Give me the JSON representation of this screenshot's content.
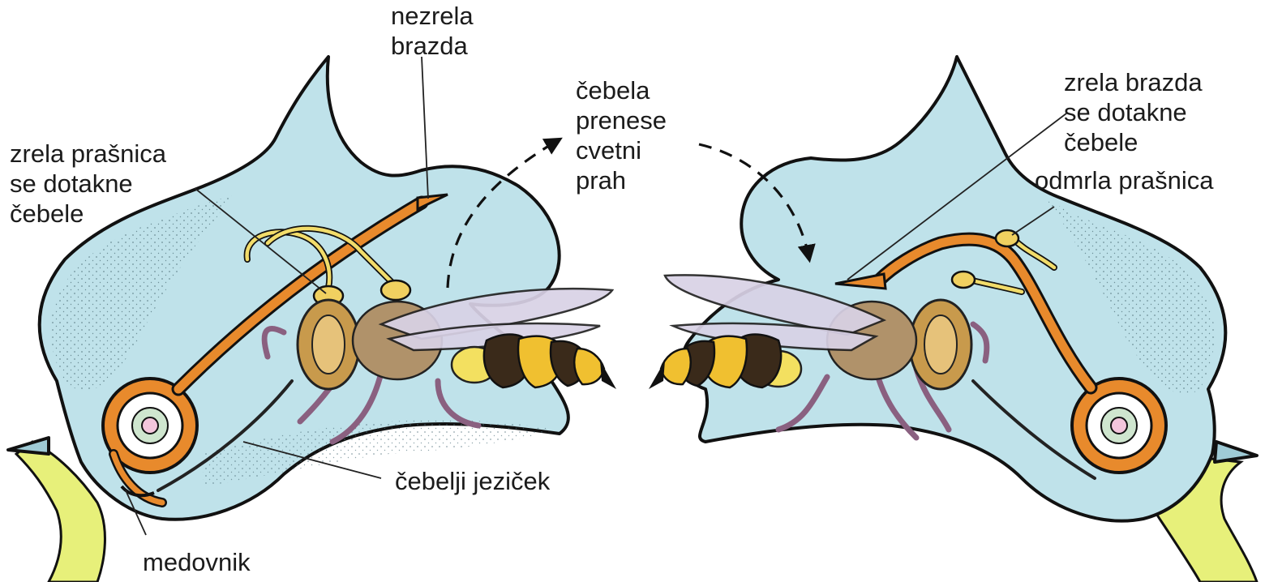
{
  "labels": {
    "immature_stigma": [
      "nezrela",
      "brazda"
    ],
    "mature_anther": [
      "zrela prašnica",
      "se dotakne",
      "čebele"
    ],
    "pollen_transfer": [
      "čebela",
      "prenese",
      "cvetni",
      "prah"
    ],
    "mature_stigma": [
      "zrela brazda",
      "se dotakne",
      "čebele"
    ],
    "dead_anther": [
      "odmrla prašnica"
    ],
    "bee_tongue": [
      "čebelji jeziček"
    ],
    "nectary": [
      "medovnik"
    ]
  },
  "colors": {
    "petal": "#bfe2ea",
    "pistil": "#e88a2c",
    "anther": "#f0d060",
    "stalk": "#e7f07a",
    "bee_wing": "#d9d2e6",
    "bee_yellow": "#f0c030",
    "bee_dark": "#3a2a1a",
    "bee_pollen": "#f3e060"
  }
}
